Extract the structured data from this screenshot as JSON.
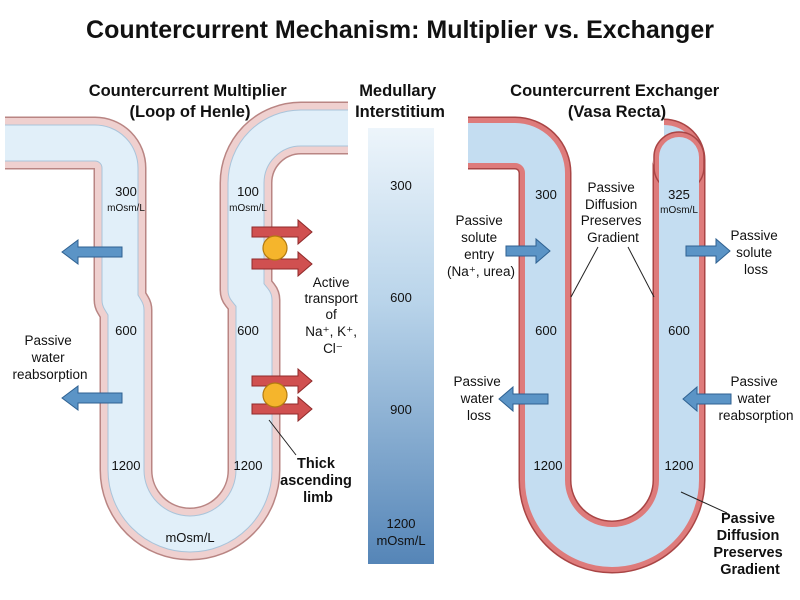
{
  "title": "Countercurrent Mechanism: Multiplier vs. Exchanger",
  "multiplier": {
    "heading": [
      "Countercurrent Multiplier",
      "(Loop of Henle)"
    ],
    "desc_top_value": "300",
    "asc_top_value": "100",
    "top_unit": "mOsm/L",
    "desc_mid_value": "600",
    "asc_mid_value": "600",
    "desc_deep_value": "1200",
    "asc_deep_value": "1200",
    "bottom_unit": "mOsm/L",
    "water_label": [
      "Passive",
      "water",
      "reabsorption"
    ],
    "active_label": [
      "Active",
      "transport",
      "of",
      "Na⁺, K⁺,",
      "Cl⁻"
    ],
    "thick_label": [
      "Thick",
      "ascending",
      "limb"
    ]
  },
  "interstitium": {
    "heading": [
      "Medullary",
      "Interstitium"
    ],
    "values": [
      "300",
      "600",
      "900",
      "1200"
    ],
    "unit": "mOsm/L"
  },
  "exchanger": {
    "heading": [
      "Countercurrent Exchanger",
      "(Vasa Recta)"
    ],
    "desc_top_value": "300",
    "asc_top_value": "325",
    "top_unit": "mOsm/L",
    "desc_mid_value": "600",
    "asc_mid_value": "600",
    "desc_deep_value": "1200",
    "asc_deep_value": "1200",
    "center_label": [
      "Passive",
      "Diffusion",
      "Preserves",
      "Gradient"
    ],
    "solute_entry_label": [
      "Passive",
      "solute",
      "entry",
      "(Na⁺, urea)"
    ],
    "solute_loss_label": [
      "Passive",
      "solute",
      "loss"
    ],
    "water_loss_label": [
      "Passive",
      "water",
      "loss"
    ],
    "water_reabs_label": [
      "Passive",
      "water",
      "reabsorption"
    ],
    "bottom_label": [
      "Passive",
      "Diffusion",
      "Preserves",
      "Gradient"
    ]
  },
  "colors": {
    "loop_wall": "#efd0cf",
    "loop_wall_stroke": "#b98583",
    "loop_lumen": "#e1eff9",
    "vessel_wall": "#de7b7b",
    "vessel_wall_stroke": "#a94545",
    "vessel_lumen": "#c4ddf1",
    "gradient_top": "#edf5fb",
    "gradient_bottom": "#5585b7",
    "blue_arrow": "#5b94c6",
    "red_arrow": "#d05050",
    "pump": "#f5b52c"
  }
}
